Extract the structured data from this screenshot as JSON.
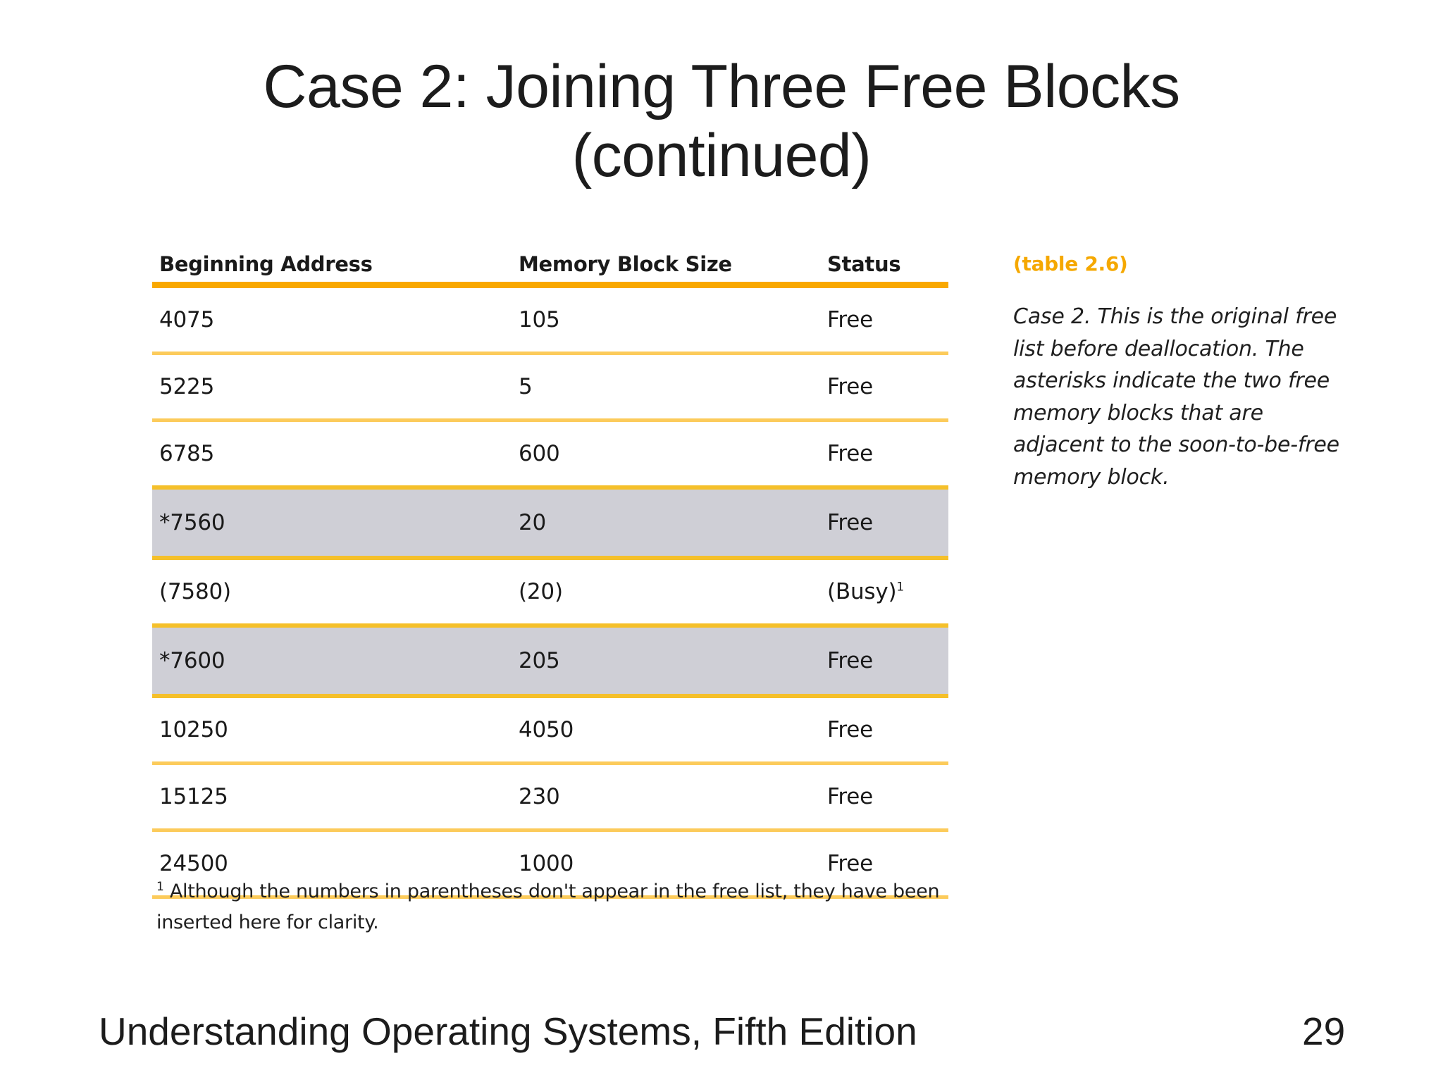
{
  "slide": {
    "title_line1": "Case 2: Joining Three Free Blocks",
    "title_line2": "(continued)"
  },
  "table": {
    "headers": {
      "address": "Beginning Address",
      "size": "Memory Block Size",
      "status": "Status"
    },
    "rows": [
      {
        "address": "4075",
        "size": "105",
        "status": "Free",
        "shaded": false,
        "footnote_mark": ""
      },
      {
        "address": "5225",
        "size": "5",
        "status": "Free",
        "shaded": false,
        "footnote_mark": ""
      },
      {
        "address": "6785",
        "size": "600",
        "status": "Free",
        "shaded": false,
        "footnote_mark": ""
      },
      {
        "address": "*7560",
        "size": "20",
        "status": "Free",
        "shaded": true,
        "footnote_mark": ""
      },
      {
        "address": "(7580)",
        "size": "(20)",
        "status": "(Busy)",
        "shaded": false,
        "footnote_mark": "1"
      },
      {
        "address": "*7600",
        "size": "205",
        "status": "Free",
        "shaded": true,
        "footnote_mark": ""
      },
      {
        "address": "10250",
        "size": "4050",
        "status": "Free",
        "shaded": false,
        "footnote_mark": ""
      },
      {
        "address": "15125",
        "size": "230",
        "status": "Free",
        "shaded": false,
        "footnote_mark": ""
      },
      {
        "address": "24500",
        "size": "1000",
        "status": "Free",
        "shaded": false,
        "footnote_mark": ""
      }
    ],
    "footnote_mark": "1",
    "footnote_text": "Although the numbers in parentheses don't appear in the free list, they have been inserted here for clarity."
  },
  "caption": {
    "label": "(table 2.6)",
    "body": "Case 2. This is the original free list before deallocation. The asterisks indicate the two free memory blocks that are adjacent to the soon-to-be-free memory block."
  },
  "footer": {
    "text": "Understanding Operating Systems, Fifth Edition",
    "page_number": "29"
  },
  "colors": {
    "header_rule": "#F9A800",
    "row_rule": "#FCCB5B",
    "shaded_row_rule": "#F5C02A",
    "shaded_row_bg": "#CFCFD6",
    "caption_label": "#F5A800",
    "text": "#1a1a1a"
  }
}
